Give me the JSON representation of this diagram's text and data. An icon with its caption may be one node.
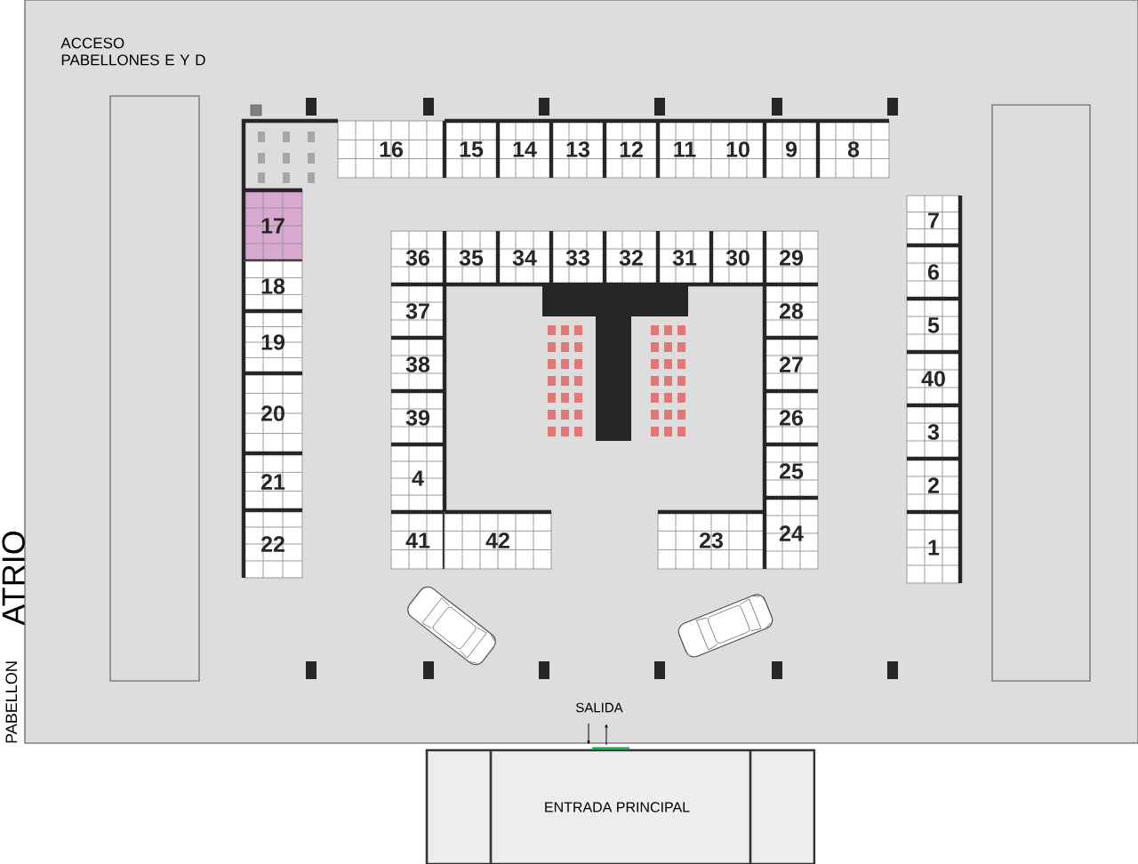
{
  "diagram": {
    "nodes": [
      {
        "text": [
          "16"
        ]
      },
      {
        "text": [
          "15"
        ]
      },
      {
        "text": [
          "14"
        ]
      },
      {
        "text": [
          "13"
        ]
      },
      {
        "text": [
          "12"
        ]
      },
      {
        "text": [
          "11"
        ]
      },
      {
        "text": [
          "10"
        ]
      },
      {
        "text": [
          "9"
        ]
      },
      {
        "text": [
          "8"
        ]
      },
      {
        "text": [
          "17"
        ]
      },
      {
        "text": [
          "18"
        ]
      },
      {
        "text": [
          "19"
        ]
      },
      {
        "text": [
          "20"
        ]
      },
      {
        "text": [
          "21"
        ]
      },
      {
        "text": [
          "22"
        ]
      },
      {
        "text": [
          "36"
        ]
      },
      {
        "text": [
          "35"
        ]
      },
      {
        "text": [
          "34"
        ]
      },
      {
        "text": [
          "33"
        ]
      },
      {
        "text": [
          "32"
        ]
      },
      {
        "text": [
          "31"
        ]
      },
      {
        "text": [
          "30"
        ]
      },
      {
        "text": [
          "29"
        ]
      },
      {
        "text": [
          "37"
        ]
      },
      {
        "text": [
          "38"
        ]
      },
      {
        "text": [
          "39"
        ]
      },
      {
        "text": [
          "4"
        ]
      },
      {
        "text": [
          "41"
        ]
      },
      {
        "text": [
          "42"
        ]
      },
      {
        "text": [
          "23"
        ]
      },
      {
        "text": [
          "28"
        ]
      },
      {
        "text": [
          "27"
        ]
      },
      {
        "text": [
          "26"
        ]
      },
      {
        "text": [
          "25"
        ]
      },
      {
        "text": [
          "24"
        ]
      },
      {
        "text": [
          "7"
        ]
      },
      {
        "text": [
          "6"
        ]
      },
      {
        "text": [
          "5"
        ]
      },
      {
        "text": [
          "40"
        ]
      },
      {
        "text": [
          "3"
        ]
      },
      {
        "text": [
          "2"
        ]
      },
      {
        "text": [
          "1"
        ]
      },
      {
        "text": [
          "ENTRADA PRINCIPAL"
        ]
      },
      {
        "text": [],
        "shape": "box"
      },
      {
        "text": [],
        "shape": "box"
      }
    ],
    "labels": [
      "ACCESO PABELLONES E Y D",
      "ATRIO",
      "PABELLON",
      "SALIDA"
    ]
  }
}
